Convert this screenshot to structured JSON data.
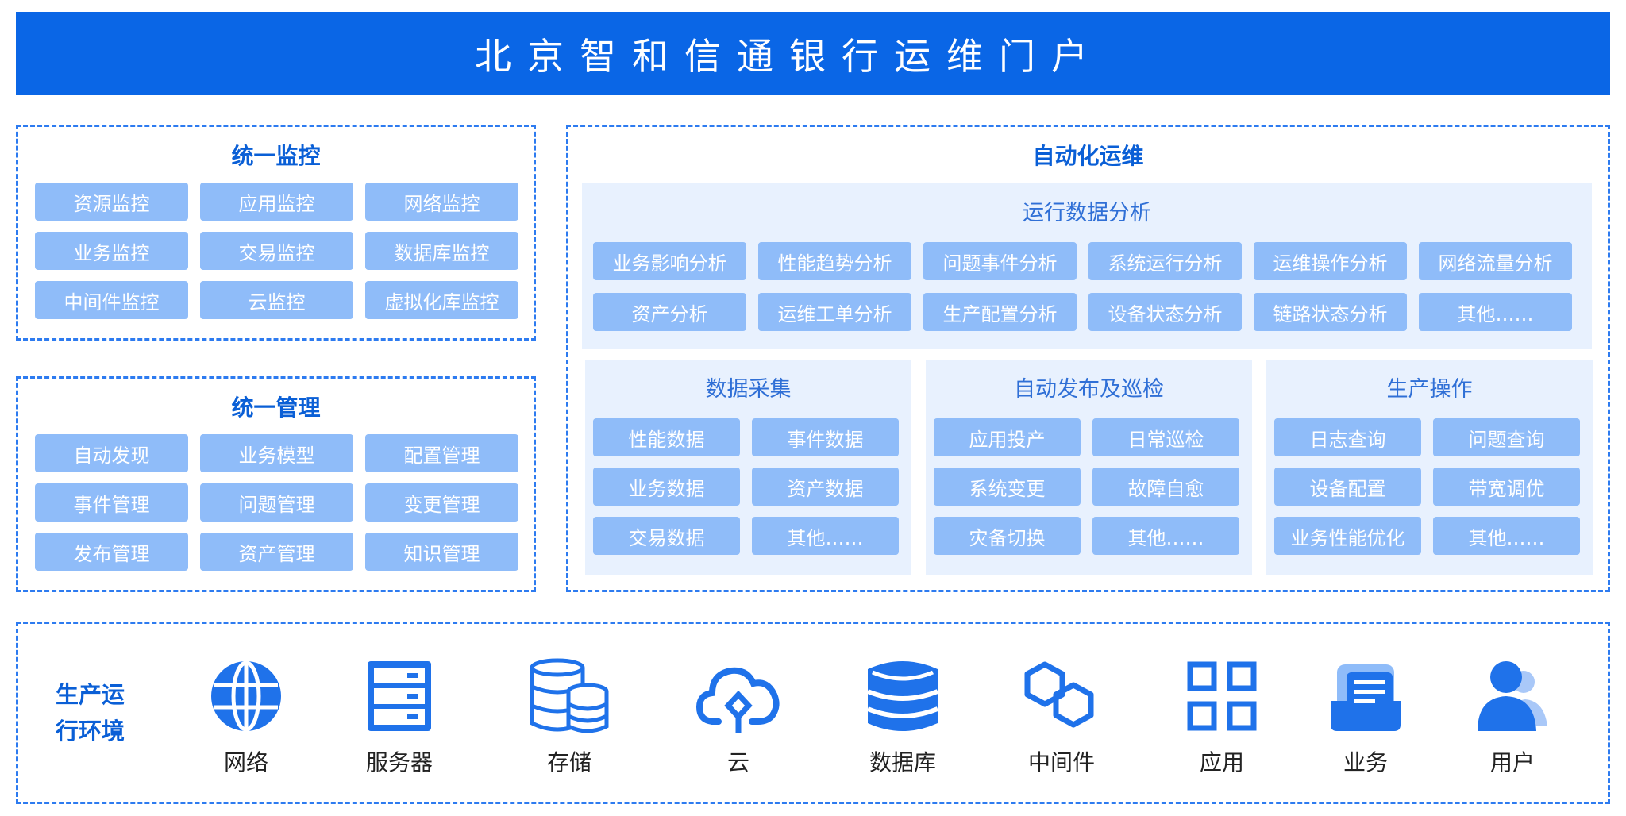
{
  "header": {
    "title": "北京智和信通银行运维门户"
  },
  "unified_monitoring": {
    "title": "统一监控",
    "items": [
      "资源监控",
      "应用监控",
      "网络监控",
      "业务监控",
      "交易监控",
      "数据库监控",
      "中间件监控",
      "云监控",
      "虚拟化库监控"
    ]
  },
  "unified_management": {
    "title": "统一管理",
    "items": [
      "自动发现",
      "业务模型",
      "配置管理",
      "事件管理",
      "问题管理",
      "变更管理",
      "发布管理",
      "资产管理",
      "知识管理"
    ]
  },
  "automation": {
    "title": "自动化运维",
    "analysis": {
      "title": "运行数据分析",
      "items": [
        "业务影响分析",
        "性能趋势分析",
        "问题事件分析",
        "系统运行分析",
        "运维操作分析",
        "网络流量分析",
        "资产分析",
        "运维工单分析",
        "生产配置分析",
        "设备状态分析",
        "链路状态分析",
        "其他……"
      ]
    },
    "collection": {
      "title": "数据采集",
      "items": [
        "性能数据",
        "事件数据",
        "业务数据",
        "资产数据",
        "交易数据",
        "其他……"
      ]
    },
    "release": {
      "title": "自动发布及巡检",
      "items": [
        "应用投产",
        "日常巡检",
        "系统变更",
        "故障自愈",
        "灾备切换",
        "其他……"
      ]
    },
    "operations": {
      "title": "生产操作",
      "items": [
        "日志查询",
        "问题查询",
        "设备配置",
        "带宽调优",
        "业务性能优化",
        "其他……"
      ]
    }
  },
  "environment": {
    "label_line1": "生产运",
    "label_line2": "行环境",
    "items": [
      {
        "label": "网络",
        "icon": "globe-icon"
      },
      {
        "label": "服务器",
        "icon": "server-icon"
      },
      {
        "label": "存储",
        "icon": "storage-icon"
      },
      {
        "label": "云",
        "icon": "cloud-icon"
      },
      {
        "label": "数据库",
        "icon": "database-icon"
      },
      {
        "label": "中间件",
        "icon": "middleware-icon"
      },
      {
        "label": "应用",
        "icon": "apps-icon"
      },
      {
        "label": "业务",
        "icon": "business-icon"
      },
      {
        "label": "用户",
        "icon": "user-icon"
      }
    ]
  },
  "colors": {
    "brand": "#0a66e6",
    "chip": "#8fbcf9",
    "light_panel": "#e8f1fe",
    "icon": "#1f72ea"
  }
}
